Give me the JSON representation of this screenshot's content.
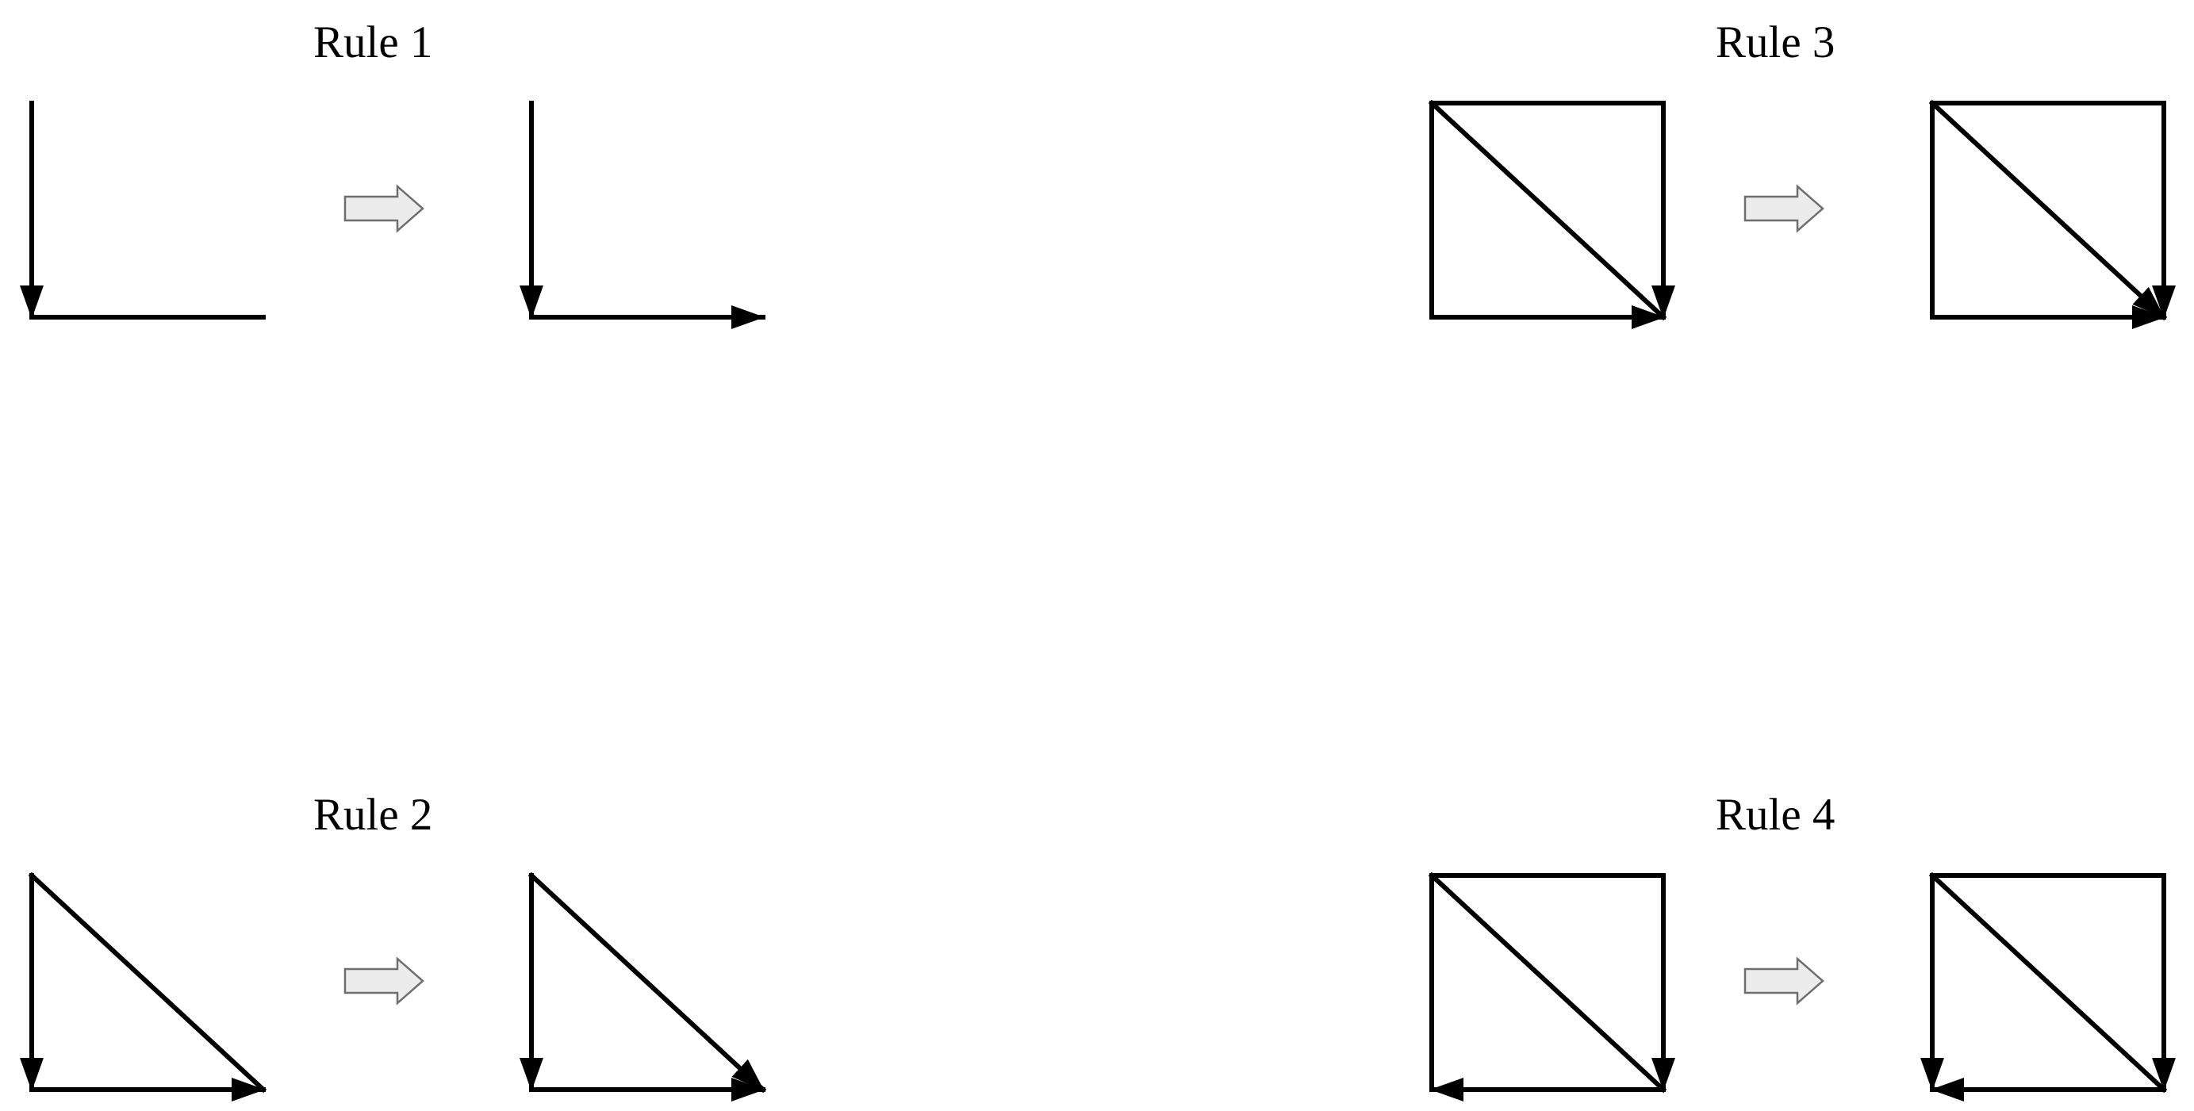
{
  "rules": [
    {
      "title": "Rule 1",
      "before": {
        "edges": [
          {
            "from": "top-left",
            "to": "bottom-left",
            "arrow": true
          },
          {
            "from": "bottom-left",
            "to": "bottom-right",
            "arrow": false
          }
        ]
      },
      "after": {
        "edges": [
          {
            "from": "top-left",
            "to": "bottom-left",
            "arrow": true
          },
          {
            "from": "bottom-left",
            "to": "bottom-right",
            "arrow": true
          }
        ]
      }
    },
    {
      "title": "Rule 2",
      "before": {
        "edges": [
          {
            "from": "top-left",
            "to": "bottom-left",
            "arrow": true
          },
          {
            "from": "bottom-left",
            "to": "bottom-right",
            "arrow": true
          },
          {
            "from": "top-left",
            "to": "bottom-right",
            "arrow": false
          }
        ]
      },
      "after": {
        "edges": [
          {
            "from": "top-left",
            "to": "bottom-left",
            "arrow": true
          },
          {
            "from": "bottom-left",
            "to": "bottom-right",
            "arrow": true
          },
          {
            "from": "top-left",
            "to": "bottom-right",
            "arrow": true
          }
        ]
      }
    },
    {
      "title": "Rule 3",
      "before": {
        "edges": [
          {
            "from": "top-left",
            "to": "top-right",
            "arrow": false
          },
          {
            "from": "top-right",
            "to": "bottom-right",
            "arrow": true
          },
          {
            "from": "bottom-left",
            "to": "bottom-right",
            "arrow": true
          },
          {
            "from": "top-left",
            "to": "bottom-left",
            "arrow": false
          },
          {
            "from": "top-left",
            "to": "bottom-right",
            "arrow": false
          }
        ]
      },
      "after": {
        "edges": [
          {
            "from": "top-left",
            "to": "top-right",
            "arrow": false
          },
          {
            "from": "top-right",
            "to": "bottom-right",
            "arrow": true
          },
          {
            "from": "bottom-left",
            "to": "bottom-right",
            "arrow": true
          },
          {
            "from": "top-left",
            "to": "bottom-left",
            "arrow": false
          },
          {
            "from": "top-left",
            "to": "bottom-right",
            "arrow": true
          }
        ]
      }
    },
    {
      "title": "Rule 4",
      "before": {
        "edges": [
          {
            "from": "top-left",
            "to": "top-right",
            "arrow": false
          },
          {
            "from": "top-right",
            "to": "bottom-right",
            "arrow": true
          },
          {
            "from": "bottom-right",
            "to": "bottom-left",
            "arrow": true
          },
          {
            "from": "top-left",
            "to": "bottom-left",
            "arrow": false
          },
          {
            "from": "top-left",
            "to": "bottom-right",
            "arrow": false
          }
        ]
      },
      "after": {
        "edges": [
          {
            "from": "top-left",
            "to": "top-right",
            "arrow": false
          },
          {
            "from": "top-right",
            "to": "bottom-right",
            "arrow": true
          },
          {
            "from": "bottom-right",
            "to": "bottom-left",
            "arrow": true
          },
          {
            "from": "top-left",
            "to": "bottom-left",
            "arrow": true
          },
          {
            "from": "top-left",
            "to": "bottom-right",
            "arrow": false
          }
        ]
      }
    }
  ],
  "colors": {
    "edge": "#000000",
    "transform_arrow_fill": "#ececec",
    "transform_arrow_stroke": "#6e6e6e"
  }
}
